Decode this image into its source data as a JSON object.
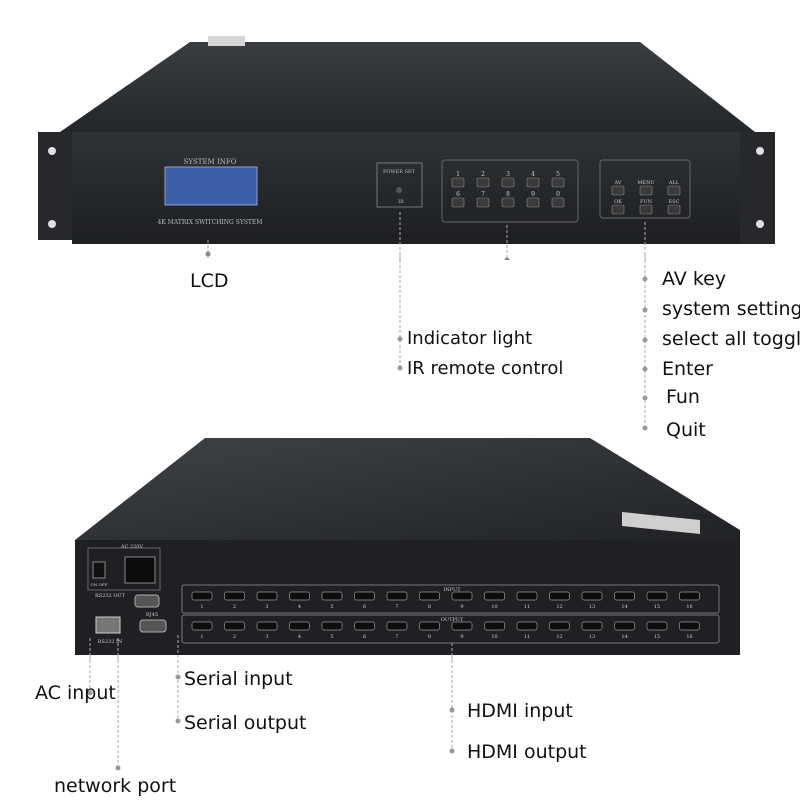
{
  "front_panel": {
    "lcd_title": "SYSTEM INFO",
    "lcd_caption": "4K MATRIX SWITCHING SYSTEM",
    "power_box_label": "POWER  SET",
    "ir_label": "IR",
    "numeric_keys": [
      "1",
      "2",
      "3",
      "4",
      "5",
      "6",
      "7",
      "8",
      "9",
      "0"
    ],
    "function_keys": [
      "AV",
      "MENU",
      "ALL",
      "OK",
      "FUN",
      "ESC"
    ]
  },
  "back_panel": {
    "ac_label": "AC  220V",
    "switch_label": "ON OFF",
    "rs232_out_label": "RS232 OUT",
    "rs232_in_label": "RS232 IN",
    "rj45_label": "RJ45",
    "input_row_label": "INPUT",
    "output_row_label": "OUTPUT",
    "port_numbers": [
      "1",
      "2",
      "3",
      "4",
      "5",
      "6",
      "7",
      "8",
      "9",
      "10",
      "11",
      "12",
      "13",
      "14",
      "15",
      "16"
    ]
  },
  "labels": {
    "lcd": "LCD",
    "indicator_light": "Indicator light",
    "ir_remote": "IR remote control",
    "av_key": "AV key",
    "system_settings": "system settings",
    "select_all": "select all toggle",
    "enter": "Enter",
    "fun": "Fun",
    "quit": "Quit",
    "ac_input": "AC input",
    "serial_input": "Serial input",
    "serial_output": "Serial output",
    "network_port": "network port",
    "hdmi_input": "HDMI input",
    "hdmi_output": "HDMI output"
  }
}
